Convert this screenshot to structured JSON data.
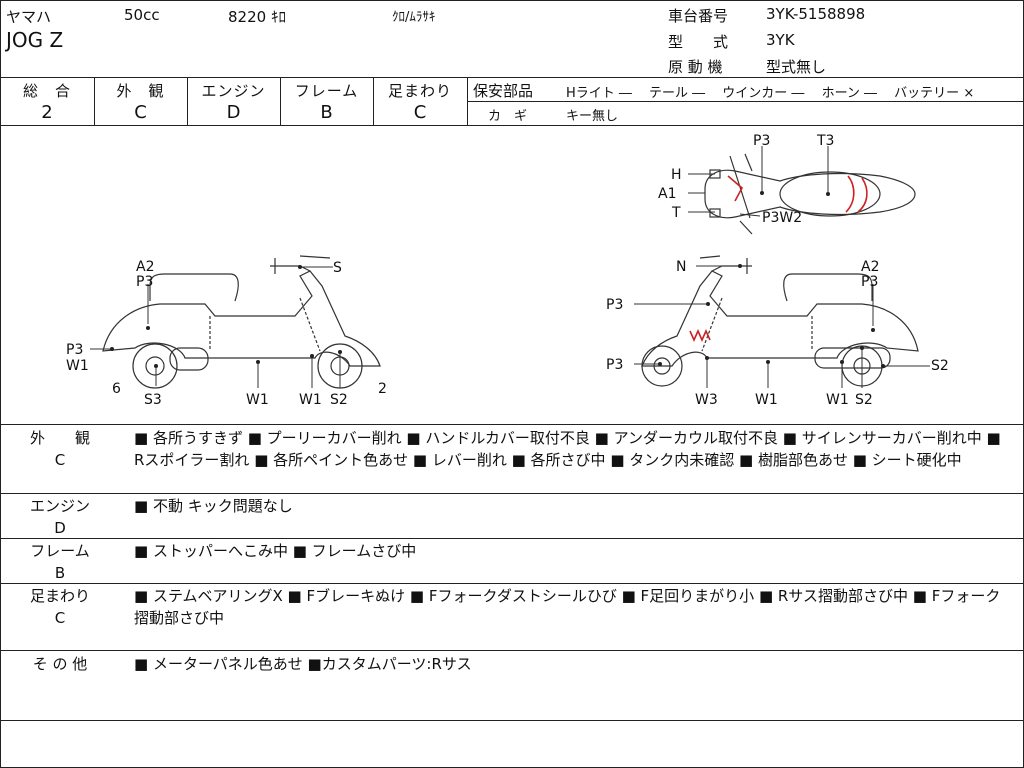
{
  "header": {
    "maker": "ヤマハ",
    "displacement": "50cc",
    "mileage": "8220 ｷﾛ",
    "color": "ｸﾛ/ﾑﾗｻｷ",
    "model_name": "JOG Z",
    "frame_no_label": "車台番号",
    "frame_no": "3YK-5158898",
    "type_label": "型　　式",
    "type_value": "3YK",
    "engine_label": "原 動 機",
    "engine_value": "型式無し"
  },
  "grades": {
    "headers": [
      "総　合",
      "外　観",
      "エンジン",
      "フレーム",
      "足まわり"
    ],
    "values": [
      "2",
      "C",
      "D",
      "B",
      "C"
    ]
  },
  "safety": {
    "label": "保安部品",
    "items": "Hライト ―　 テール ―　 ウインカー ―　 ホーン ―　 バッテリー ×",
    "key_label": "カ　ギ",
    "key_value": "キー無し"
  },
  "diagram": {
    "left": {
      "labels": [
        "A2",
        "P3",
        "S",
        "P3",
        "W1",
        "6",
        "S3",
        "W1",
        "W1",
        "S2",
        "2"
      ]
    },
    "right": {
      "labels": [
        "N",
        "A2",
        "P3",
        "P3",
        "P3",
        "S2",
        "W3",
        "W1",
        "W1",
        "S2"
      ]
    },
    "top": {
      "labels": [
        "P3",
        "T3",
        "H",
        "A1",
        "T",
        "P3W2"
      ]
    },
    "damage_color": "#cc2222"
  },
  "sections": [
    {
      "head": [
        "外　　観",
        "C"
      ],
      "body": "■ 各所うすきず ■ プーリーカバー削れ ■ ハンドルカバー取付不良 ■ アンダーカウル取付不良 ■ サイレンサーカバー削れ中 ■ Rスポイラー割れ ■ 各所ペイント色あせ ■ レバー削れ ■ 各所さび中 ■ タンク内未確認 ■ 樹脂部色あせ ■ シート硬化中"
    },
    {
      "head": [
        "エンジン",
        "D"
      ],
      "body": "■ 不動 キック問題なし"
    },
    {
      "head": [
        "フレーム",
        "B"
      ],
      "body": "■ ストッパーへこみ中 ■ フレームさび中"
    },
    {
      "head": [
        "足まわり",
        "C"
      ],
      "body": "■ ステムベアリングX ■ Fブレーキぬけ ■ Fフォークダストシールひび ■ F足回りまがり小 ■ Rサス摺動部さび中 ■ Fフォーク摺動部さび中"
    },
    {
      "head": [
        "そ の 他",
        ""
      ],
      "body": "■ メーターパネル色あせ ■カスタムパーツ:Rサス"
    }
  ]
}
